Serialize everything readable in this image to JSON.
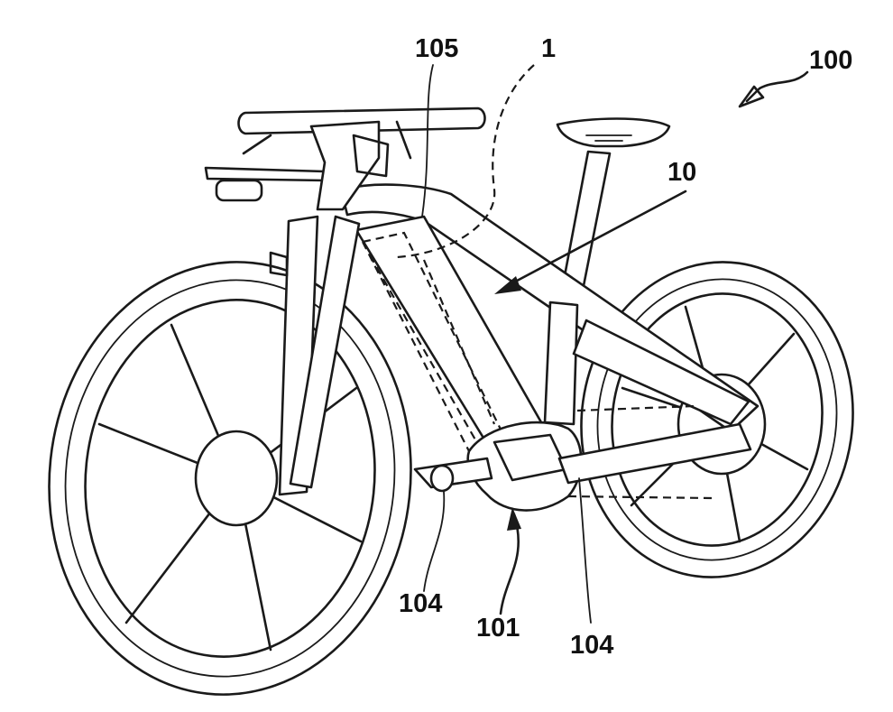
{
  "figure": {
    "labels": {
      "assembly": "100",
      "battery_pack": "1",
      "frame": "10",
      "downtube": "105",
      "drive_unit": "101",
      "chainstay_left": "104",
      "chainstay_right": "104"
    },
    "colors": {
      "line": "#1a1a1a",
      "background": "#ffffff"
    }
  }
}
